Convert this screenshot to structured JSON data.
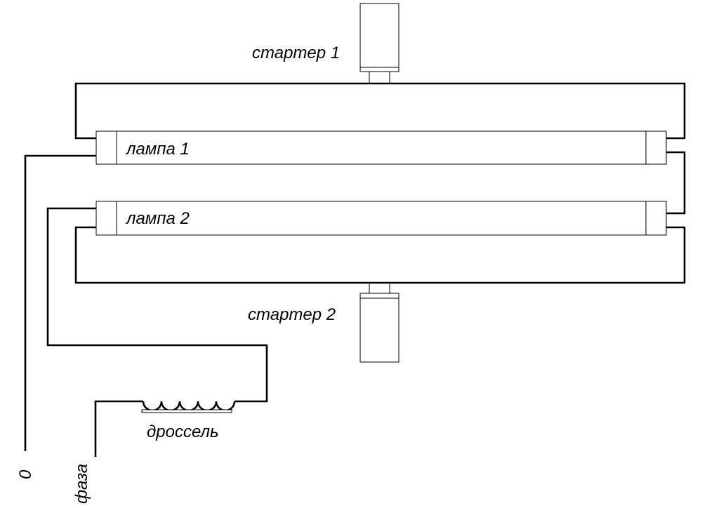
{
  "diagram": {
    "labels": {
      "starter1": "стартер 1",
      "starter2": "стартер 2",
      "lamp1": "лампа 1",
      "lamp2": "лампа 2",
      "choke": "дроссель",
      "neutral": "0",
      "phase": "фаза"
    }
  }
}
